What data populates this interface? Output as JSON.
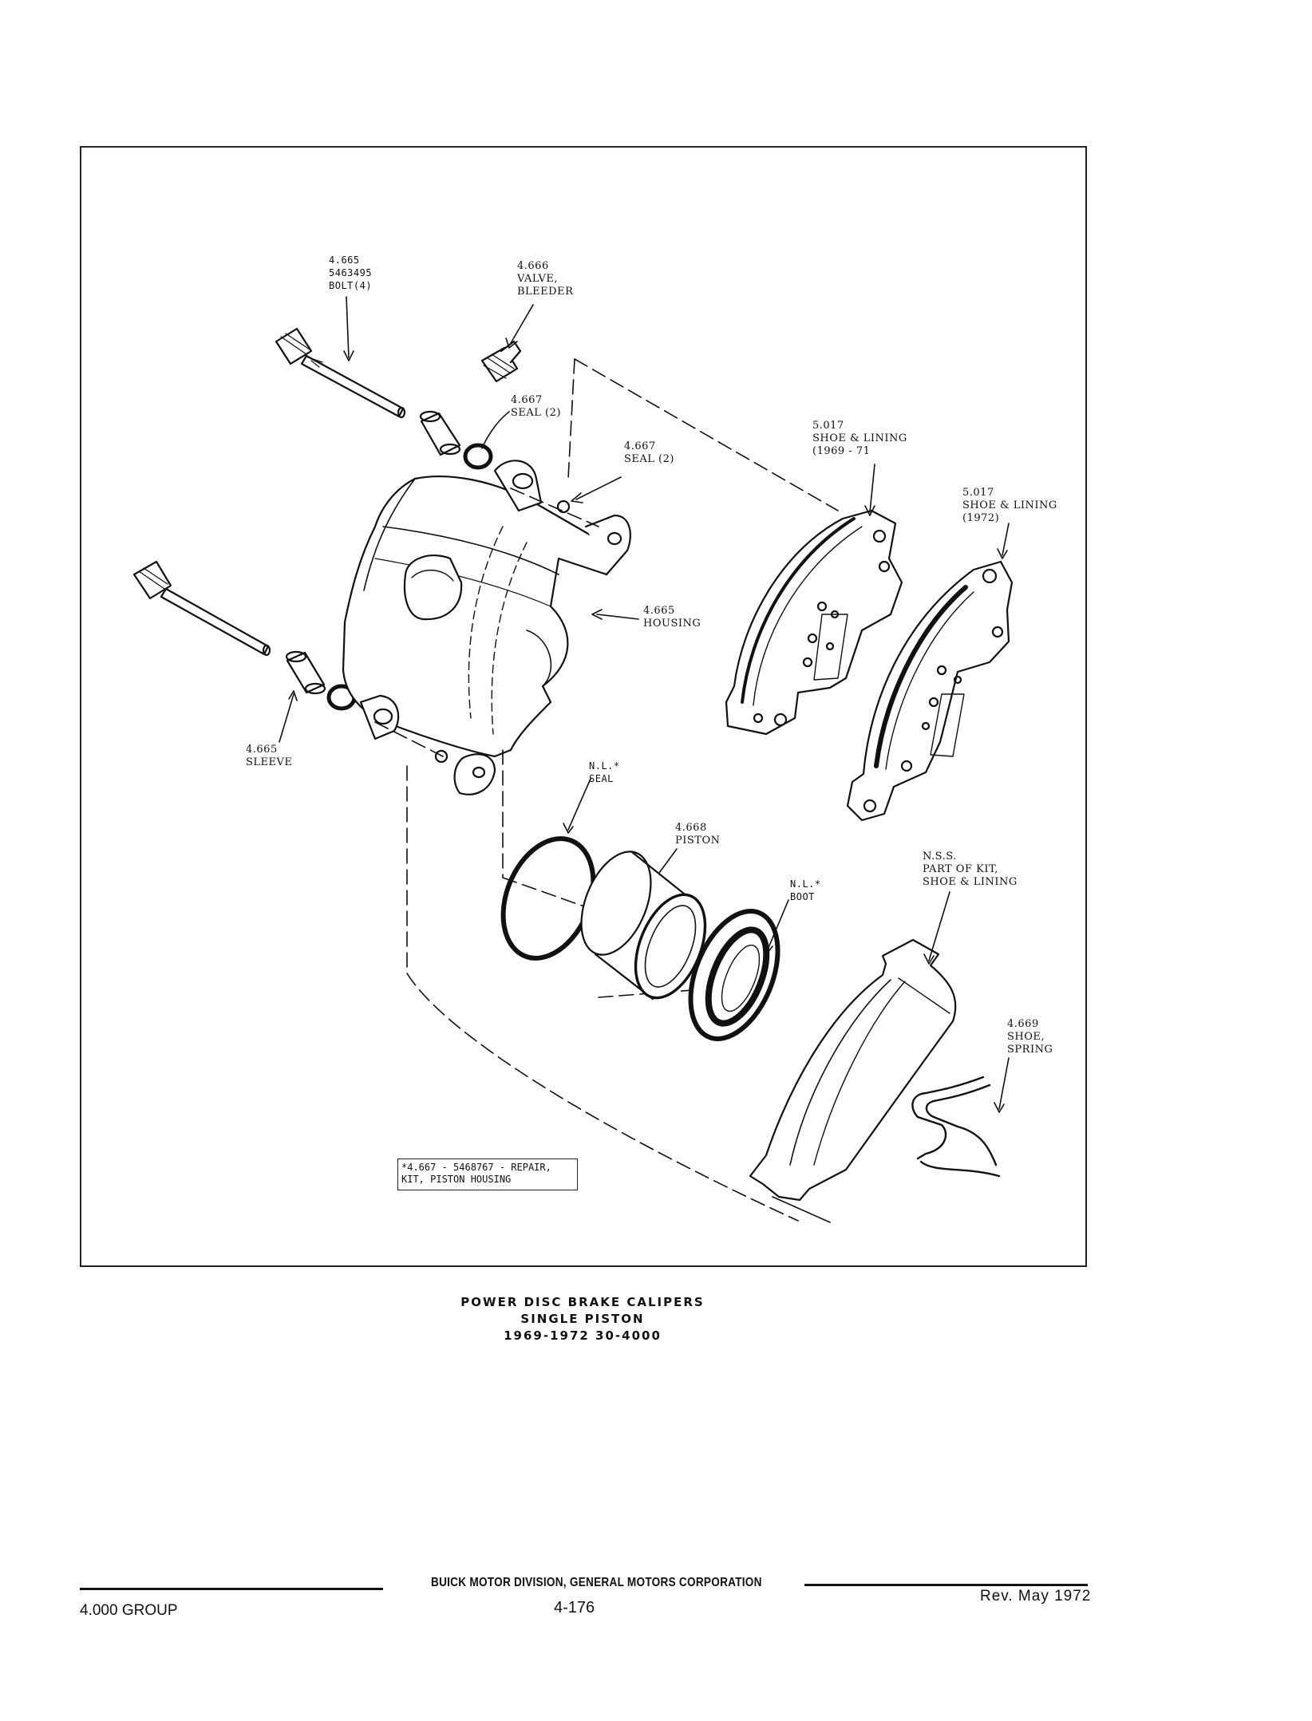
{
  "labels": {
    "bolt": [
      "4.665",
      "5463495",
      "BOLT(4)"
    ],
    "bleeder": [
      "4.666",
      "VALVE,",
      "BLEEDER"
    ],
    "seal_upper": [
      "4.667",
      "SEAL (2)"
    ],
    "seal_mid": [
      "4.667",
      "SEAL (2)"
    ],
    "shoe_6971": [
      "5.017",
      "SHOE & LINING",
      "(1969 - 71"
    ],
    "shoe_1972": [
      "5.017",
      "SHOE & LINING",
      "(1972)"
    ],
    "housing": [
      "4.665",
      "HOUSING"
    ],
    "sleeve": [
      "4.665",
      "SLEEVE"
    ],
    "piston_seal": [
      "N.L.*",
      "SEAL"
    ],
    "piston": [
      "4.668",
      "PISTON"
    ],
    "boot": [
      "N.L.*",
      "BOOT"
    ],
    "nss": [
      "N.S.S.",
      "PART OF KIT,",
      "SHOE & LINING"
    ],
    "spring": [
      "4.669",
      "SHOE,",
      "SPRING"
    ]
  },
  "kit_note": [
    "*4.667 - 5468767 - REPAIR,",
    "KIT, PISTON HOUSING"
  ],
  "caption": [
    "POWER DISC BRAKE CALIPERS",
    "SINGLE PISTON",
    "1969-1972 30-4000"
  ],
  "footer": {
    "division": "BUICK MOTOR DIVISION, GENERAL MOTORS CORPORATION",
    "group": "4.000 GROUP",
    "page": "4-176",
    "revision": "Rev. May 1972"
  }
}
